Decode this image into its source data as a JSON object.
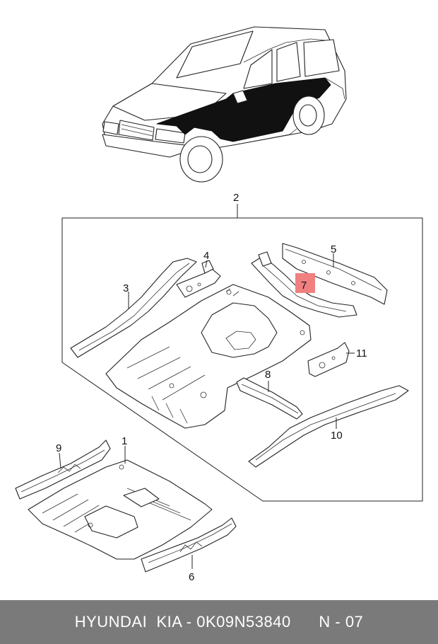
{
  "callouts": {
    "c1": "1",
    "c2": "2",
    "c3": "3",
    "c4": "4",
    "c5": "5",
    "c6": "6",
    "c7": "7",
    "c8": "8",
    "c9": "9",
    "c10": "10",
    "c11": "11"
  },
  "footer": {
    "brand": "HYUNDAI  KIA - 0K09N53840",
    "page": "N - 07"
  },
  "colors": {
    "highlight": "#f08080",
    "footer_bg": "#7a7a7a",
    "ink": "#111111"
  }
}
